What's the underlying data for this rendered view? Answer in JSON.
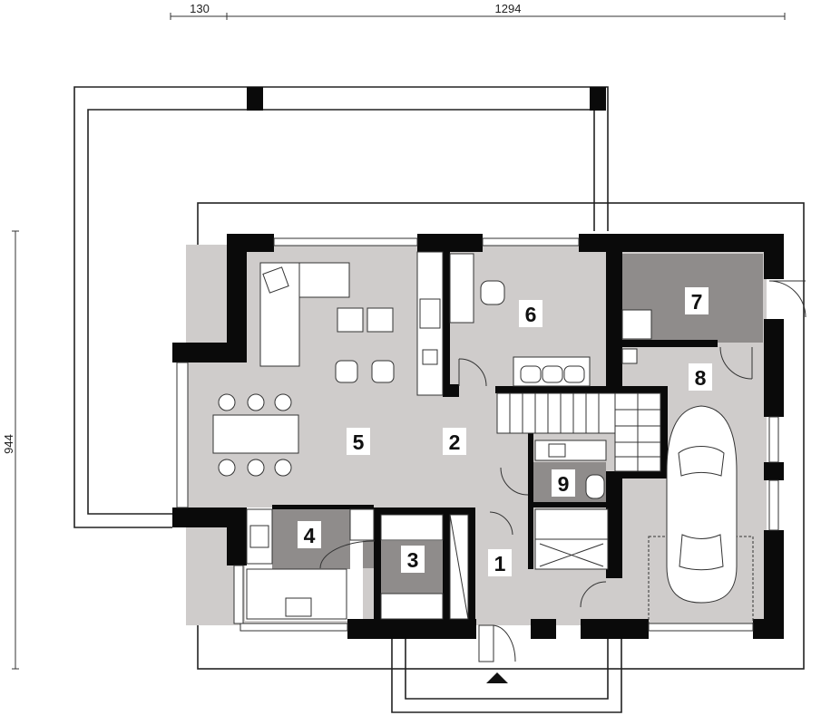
{
  "dimensions": {
    "top_left": "130",
    "top_main": "1294",
    "left_vertical": "944"
  },
  "rooms": [
    "1",
    "2",
    "3",
    "4",
    "5",
    "6",
    "7",
    "8",
    "9"
  ]
}
